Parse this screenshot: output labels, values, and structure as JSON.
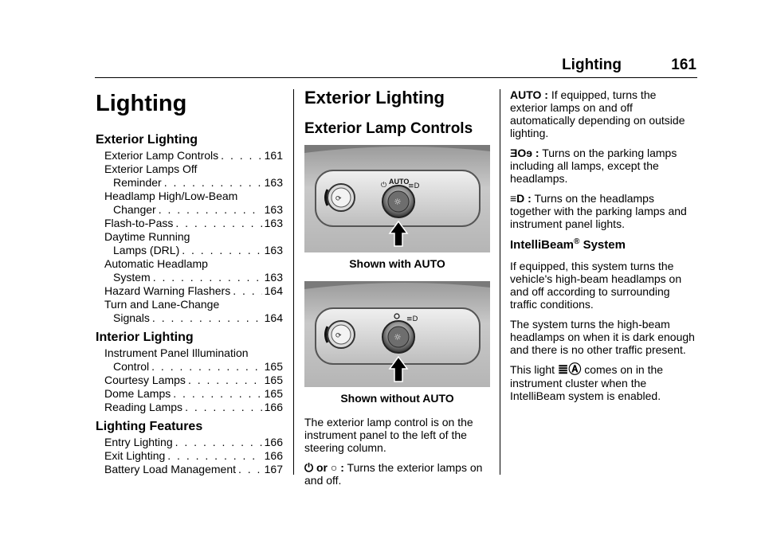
{
  "header": {
    "section": "Lighting",
    "page": "161"
  },
  "toc": {
    "chapter": "Lighting",
    "sections": [
      {
        "title": "Exterior Lighting",
        "entries": [
          {
            "lines": [
              "Exterior Lamp Controls"
            ],
            "page": "161"
          },
          {
            "lines": [
              "Exterior Lamps Off",
              "Reminder"
            ],
            "page": "163"
          },
          {
            "lines": [
              "Headlamp High/Low-Beam",
              "Changer"
            ],
            "page": "163"
          },
          {
            "lines": [
              "Flash-to-Pass"
            ],
            "page": "163"
          },
          {
            "lines": [
              "Daytime Running",
              "Lamps (DRL)"
            ],
            "page": "163"
          },
          {
            "lines": [
              "Automatic Headlamp",
              "System"
            ],
            "page": "163"
          },
          {
            "lines": [
              "Hazard Warning Flashers"
            ],
            "page": "164"
          },
          {
            "lines": [
              "Turn and Lane-Change",
              "Signals"
            ],
            "page": "164"
          }
        ]
      },
      {
        "title": "Interior Lighting",
        "entries": [
          {
            "lines": [
              "Instrument Panel Illumination",
              "Control"
            ],
            "page": "165"
          },
          {
            "lines": [
              "Courtesy Lamps"
            ],
            "page": "165"
          },
          {
            "lines": [
              "Dome Lamps"
            ],
            "page": "165"
          },
          {
            "lines": [
              "Reading Lamps"
            ],
            "page": "166"
          }
        ]
      },
      {
        "title": "Lighting Features",
        "entries": [
          {
            "lines": [
              "Entry Lighting"
            ],
            "page": "166"
          },
          {
            "lines": [
              "Exit Lighting"
            ],
            "page": "166"
          },
          {
            "lines": [
              "Battery Load Management"
            ],
            "page": "167"
          }
        ]
      }
    ]
  },
  "main": {
    "title": "Exterior Lighting",
    "subtitle": "Exterior Lamp Controls",
    "figure1": {
      "caption": "Shown with AUTO",
      "knob_label": "AUTO"
    },
    "figure2": {
      "caption": "Shown without AUTO"
    },
    "intro": "The exterior lamp control is on the instrument panel to the left of the steering column.",
    "off_or": "or",
    "off_text": "Turns the exterior lamps on and off.",
    "auto_label": "AUTO :",
    "auto_text": "If equipped, turns the exterior lamps on and off automatically depending on outside lighting.",
    "parking_text": "Turns on the parking lamps including all lamps, except the headlamps.",
    "headlamps_text": "Turns on the headlamps together with the parking lamps and instrument panel lights.",
    "intellibeam_title": "IntelliBeam",
    "intellibeam_reg": "®",
    "intellibeam_suffix": "System",
    "ib_para1": "If equipped, this system turns the vehicle's high-beam headlamps on and off according to surrounding traffic conditions.",
    "ib_para2": "The system turns the high-beam headlamps on when it is dark enough and there is no other traffic present.",
    "ib_para3_before": "This light",
    "ib_para3_after": "comes on in the instrument cluster when the IntelliBeam system is enabled."
  }
}
